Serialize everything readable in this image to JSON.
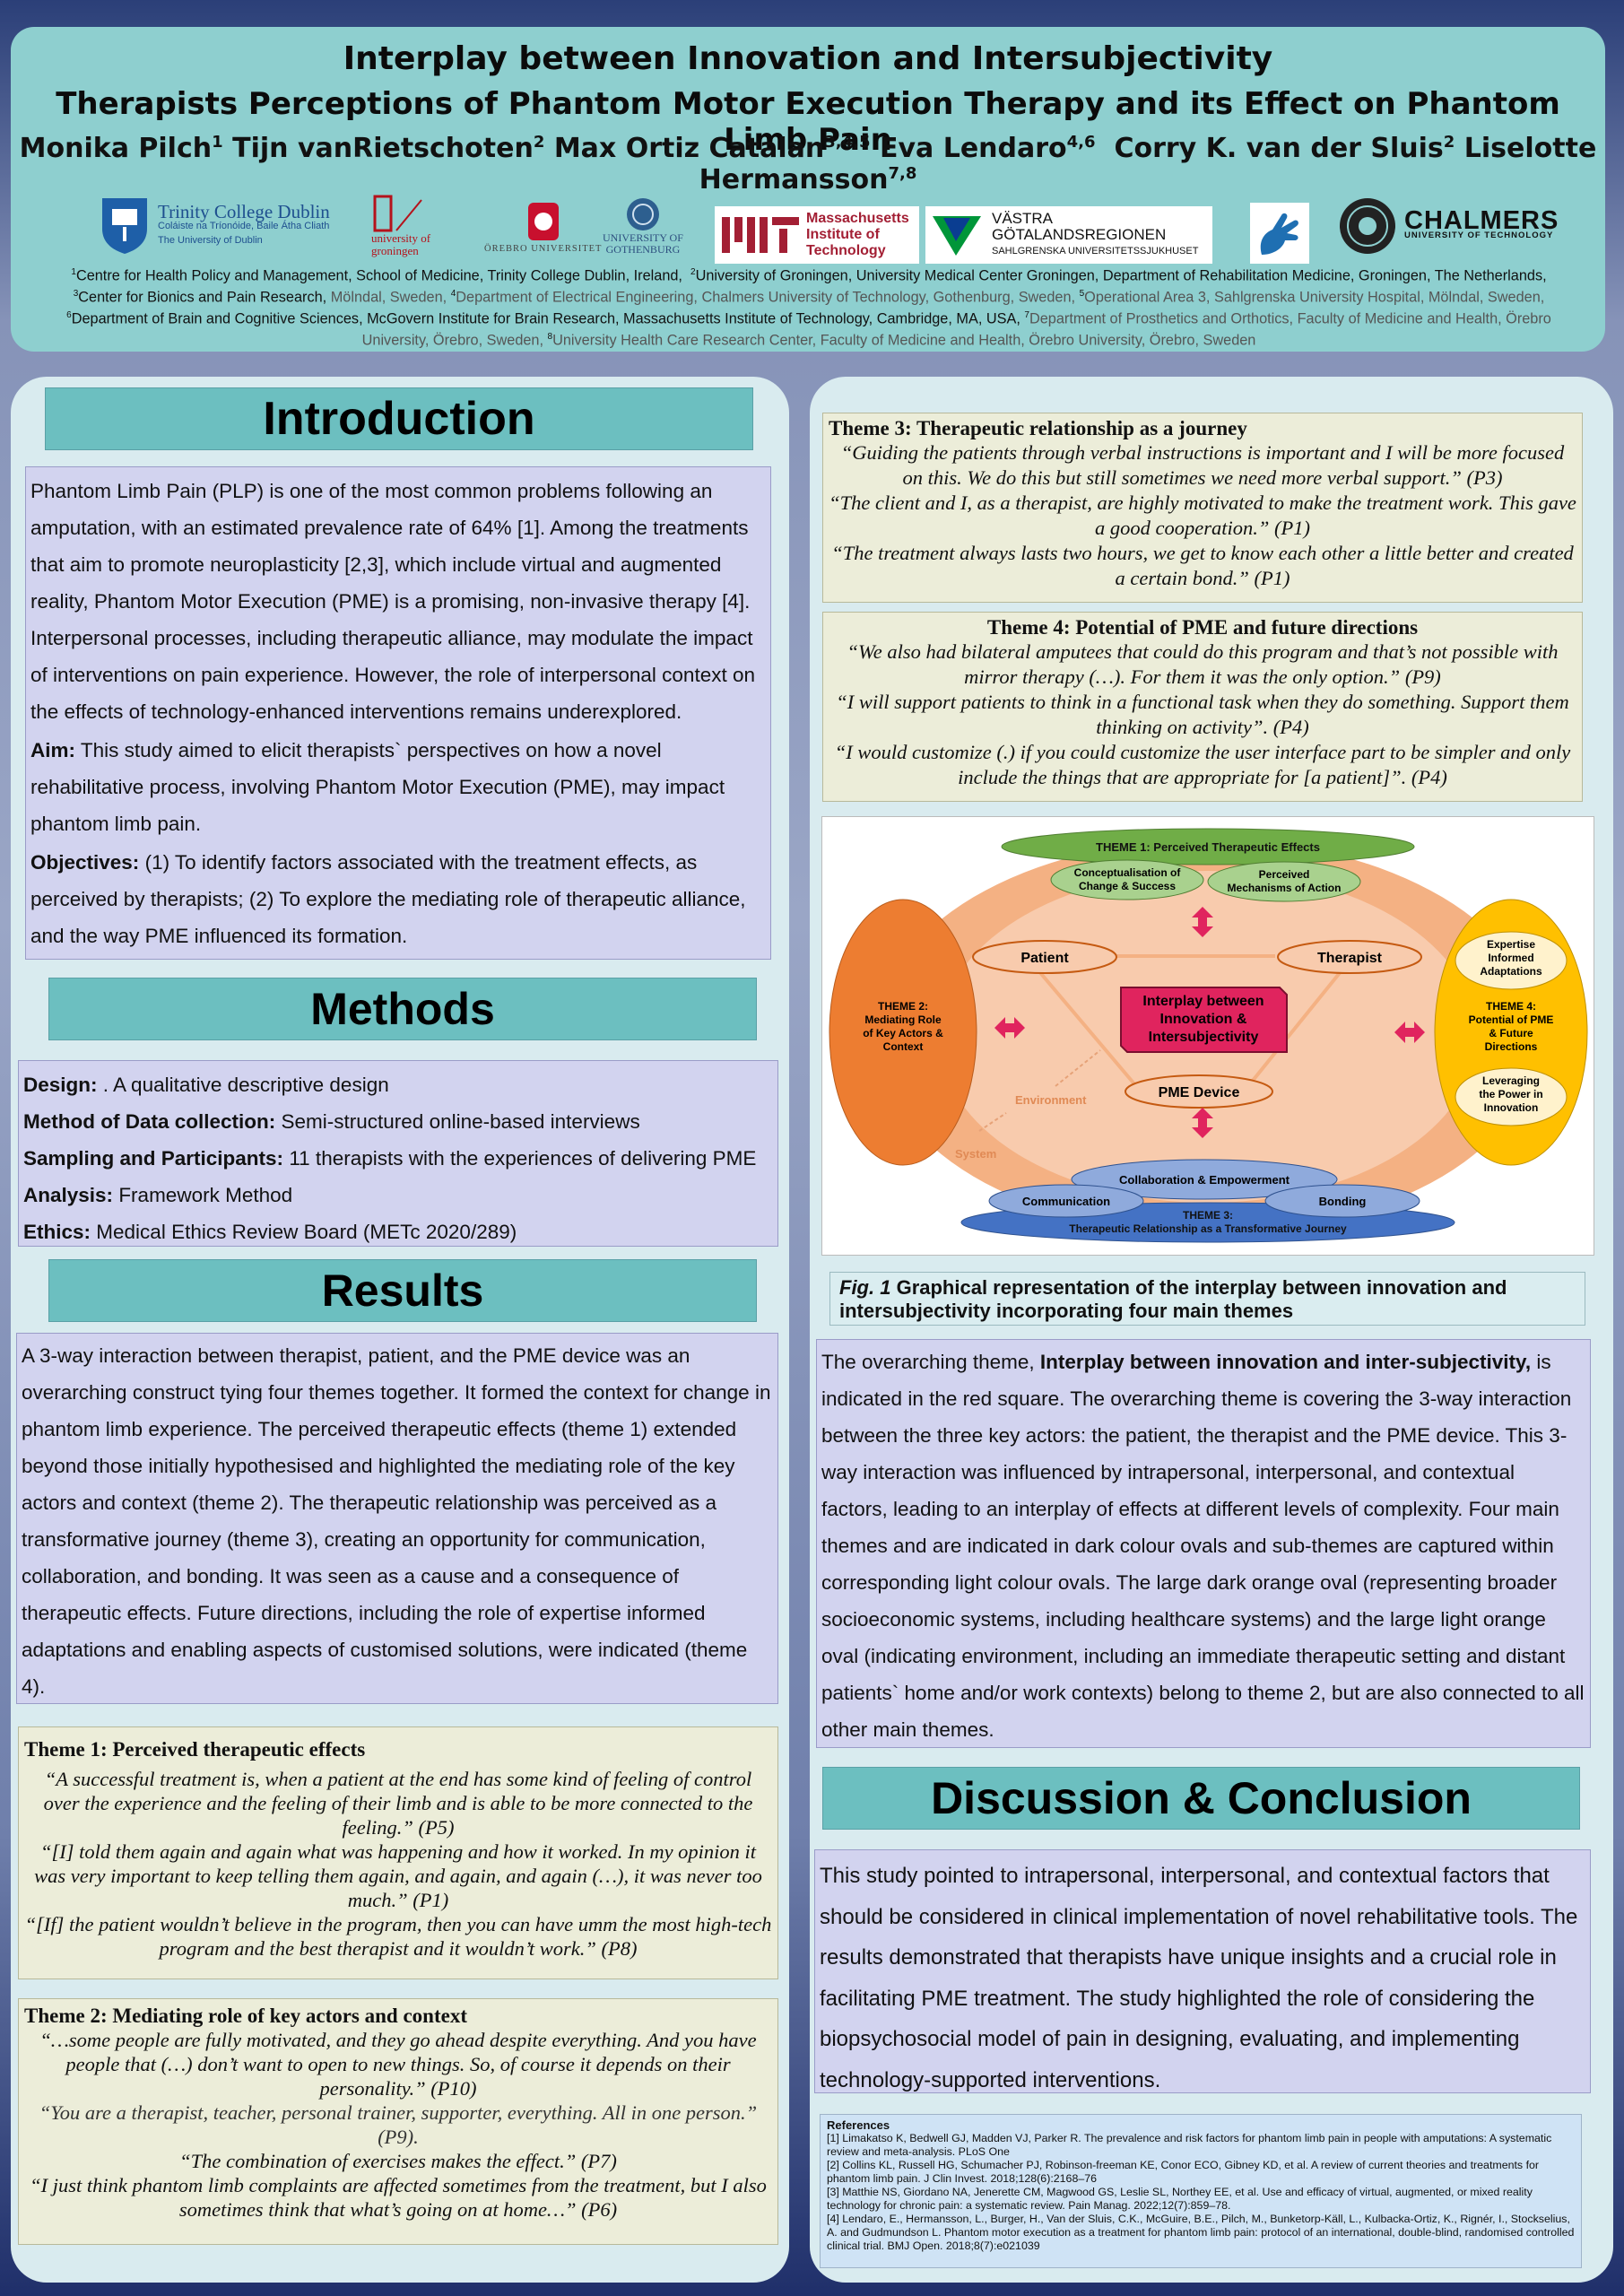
{
  "header": {
    "title_line1": "Interplay between Innovation and Intersubjectivity",
    "title_line2": "Therapists Perceptions of Phantom Motor Execution Therapy and its Effect on Phantom Limb Pain",
    "authors": [
      {
        "name": "Monika Pilch",
        "sup": "1"
      },
      {
        "name": "Tijn vanRietschoten",
        "sup": "2"
      },
      {
        "name": "Max Ortiz Catalan",
        "sup": "3,4,5"
      },
      {
        "name": "Eva Lendaro",
        "sup": "4,6"
      },
      {
        "name": "Corry K. van der Sluis",
        "sup": "2"
      },
      {
        "name": "Liselotte Hermansson",
        "sup": "7,8"
      }
    ],
    "logos": {
      "tcd": {
        "name": "Trinity College Dublin",
        "sub1": "Coláiste na Tríonóide, Baile Átha Cliath",
        "sub2": "The University of Dublin"
      },
      "groningen": {
        "line1": "university of",
        "line2": "groningen"
      },
      "orebro": {
        "text": "ÖREBRO UNIVERSITET"
      },
      "gothenburg": {
        "line1": "UNIVERSITY OF",
        "line2": "GOTHENBURG"
      },
      "mit": {
        "line1": "Massachusetts",
        "line2": "Institute of",
        "line3": "Technology"
      },
      "vgr": {
        "line1": "VÄSTRA",
        "line2": "GÖTALANDSREGIONEN",
        "line3": "SAHLGRENSKA UNIVERSITETSSJUKHUSET"
      },
      "chalmers": {
        "name": "CHALMERS",
        "sub": "UNIVERSITY OF TECHNOLOGY"
      }
    },
    "affiliations": {
      "a1": "Centre for Health Policy and Management, School of Medicine, Trinity College Dublin, Ireland,",
      "a2": "University of Groningen, University Medical Center Groningen, Department of Rehabilitation Medicine, Groningen, The Netherlands,",
      "a3": "Center for Bionics and Pain Research,",
      "a3b": "Mölndal, Sweden,",
      "a4": "Department of Electrical Engineering, Chalmers University of Technology, Gothenburg, Sweden,",
      "a5": "Operational Area 3, Sahlgrenska University Hospital, Mölndal, Sweden,",
      "a6": "Department of Brain and Cognitive Sciences, McGovern Institute for Brain Research, Massachusetts Institute of Technology, Cambridge, MA, USA,",
      "a7": "Department of Prosthetics and Orthotics, Faculty of Medicine and Health, Örebro University, Örebro, Sweden,",
      "a8": "University Health Care Research Center, Faculty of Medicine and Health, Örebro University, Örebro, Sweden"
    }
  },
  "introduction": {
    "heading": "Introduction",
    "paragraph": "Phantom Limb Pain (PLP) is one of the most common problems following an amputation, with an estimated prevalence rate of 64% [1]. Among the treatments that aim to promote neuroplasticity [2,3], which include virtual and augmented reality, Phantom Motor Execution (PME) is a promising, non-invasive therapy [4]. Interpersonal processes, including therapeutic alliance, may modulate the impact of interventions on pain experience. However, the role of interpersonal context on the effects of technology-enhanced interventions remains underexplored.",
    "aim_label": "Aim:",
    "aim_text": "This study aimed to elicit therapists` perspectives on how a novel rehabilitative process, involving Phantom Motor Execution (PME), may impact phantom limb pain.",
    "objectives_label": "Objectives:",
    "objectives_text": "(1) To identify factors associated with the treatment effects, as perceived by therapists; (2) To explore the mediating role of therapeutic alliance, and the way PME influenced its formation."
  },
  "methods": {
    "heading": "Methods",
    "items": [
      {
        "label": "Design:",
        "value": ". A qualitative descriptive design"
      },
      {
        "label": "Method of Data collection:",
        "value": "Semi-structured online-based interviews"
      },
      {
        "label": "Sampling and Participants:",
        "value": "11 therapists with the experiences of delivering PME"
      },
      {
        "label": "Analysis:",
        "value": "Framework Method"
      },
      {
        "label": "Ethics:",
        "value": "Medical Ethics Review Board (METc 2020/289)"
      }
    ]
  },
  "results": {
    "heading": "Results",
    "paragraph": "A 3-way interaction between therapist, patient, and the PME device was an overarching construct tying four themes together. It formed the context for change in phantom limb experience. The perceived therapeutic effects (theme 1) extended beyond those initially hypothesised and highlighted the mediating role of the key actors and context (theme 2). The therapeutic relationship was perceived as a transformative journey (theme 3), creating an opportunity for communication, collaboration, and bonding. It was seen as a cause and a consequence of therapeutic effects. Future directions, including the role of expertise informed adaptations and enabling aspects of customised solutions, were indicated (theme 4)."
  },
  "theme1": {
    "title": "Theme 1: Perceived therapeutic effects",
    "quotes": [
      "“A successful treatment is, when a patient at the end has some kind of feeling of control over the experience and the feeling of their limb and is able to be more connected to the feeling.” (P5)",
      "“[I] told them again and again what was happening and how it worked. In my opinion it was very important to keep telling them again, and again, and again (…), it was never too much.” (P1)",
      "“[If] the patient wouldn’t believe in the program, then you can have umm the most high-tech program and the best therapist and it wouldn’t work.” (P8)"
    ]
  },
  "theme2": {
    "title": "Theme 2: Mediating role of key actors and context",
    "quotes": [
      "“…some people are fully motivated, and they go ahead despite everything. And you have people that (…) don’t want to open to new things. So, of course it depends on their personality.” (P10)",
      "“You are a therapist, teacher, personal trainer, supporter, everything. All in one person.” (P9).",
      "“The combination of exercises makes the effect.” (P7)",
      "“I just think phantom limb complaints are affected sometimes from the treatment, but I also sometimes think that what’s going on at home…” (P6)"
    ]
  },
  "theme3": {
    "title": "Theme 3: Therapeutic relationship as a journey",
    "quotes": [
      "“Guiding the patients through verbal instructions is important and I will be more focused on this. We do this but still sometimes we need more verbal support.” (P3)",
      "“The client and I, as a therapist, are highly motivated to make the treatment work. This gave a good cooperation.” (P1)",
      "“The treatment always lasts two hours, we get to know each other a little better and created a certain bond.” (P1)"
    ]
  },
  "theme4": {
    "title": "Theme 4: Potential of PME and future directions",
    "quotes": [
      "“We also had bilateral amputees that could do this program and that’s not possible with mirror therapy (…). For them it was the only option.” (P9)",
      "“I will support patients to think in a functional task when they do something. Support them thinking on activity”. (P4)",
      "“I would customize (.) if you could customize the user interface part to be simpler and only include the things that are appropriate for [a patient]”. (P4)"
    ]
  },
  "figure": {
    "theme1": "THEME 1: Perceived Therapeutic Effects",
    "sub_conceptualisation": [
      "Conceptualisation of",
      "Change & Success"
    ],
    "sub_mechanisms": [
      "Perceived",
      "Mechanisms of Action"
    ],
    "patient": "Patient",
    "therapist": "Therapist",
    "center": [
      "Interplay between",
      "Innovation &",
      "Intersubjectivity"
    ],
    "device": "PME Device",
    "environment": "Environment",
    "system": "System",
    "theme2": [
      "THEME 2:",
      "Mediating Role",
      "of Key Actors &",
      "Context"
    ],
    "theme4": [
      "THEME 4:",
      "Potential of PME",
      "& Future",
      "Directions"
    ],
    "sub_expertise": [
      "Expertise",
      "Informed",
      "Adaptations"
    ],
    "sub_leveraging": [
      "Leveraging",
      "the Power in",
      "Innovation"
    ],
    "sub_collaboration": "Collaboration & Empowerment",
    "sub_communication": "Communication",
    "sub_bonding": "Bonding",
    "theme3": [
      "THEME 3:",
      "Therapeutic Relationship as a Transformative Journey"
    ],
    "colors": {
      "theme1": "#6aa83c",
      "theme2": "#ed7d31",
      "theme3": "#3e64b8",
      "theme4": "#ffc000",
      "center": "#e0245e"
    }
  },
  "caption": {
    "label": "Fig. 1",
    "text": "Graphical representation of the interplay between innovation and intersubjectivity incorporating four main themes"
  },
  "overarching": {
    "pre": "The overarching theme,",
    "bold": "Interplay between innovation and inter-subjectivity,",
    "post": "is indicated in the red square. The overarching theme is covering the 3-way interaction between the three key actors: the patient, the therapist and the PME device.  This 3-way interaction was influenced by intrapersonal, interpersonal, and contextual factors, leading to an interplay of effects at different levels of complexity. Four main themes and are indicated in dark colour ovals and sub-themes are captured within corresponding light colour ovals. The large dark orange oval (representing broader socioeconomic systems, including healthcare systems) and the large light orange oval (indicating environment, including an immediate therapeutic setting and distant patients` home and/or work contexts) belong to theme 2, but are also connected to all other main themes."
  },
  "discussion": {
    "heading": "Discussion & Conclusion",
    "paragraph": "This study pointed to intrapersonal, interpersonal, and contextual factors that should be considered in clinical implementation of novel rehabilitative tools. The results demonstrated that therapists have unique insights and a crucial role in facilitating PME treatment. The study highlighted the role of considering the biopsychosocial model of pain in designing, evaluating, and implementing technology-supported interventions."
  },
  "references": {
    "heading": "References",
    "items": [
      "[1] Limakatso K, Bedwell GJ, Madden VJ, Parker R. The prevalence and risk factors for phantom limb pain in people with amputations: A systematic review and meta-analysis. PLoS One",
      "[2] Collins KL, Russell HG, Schumacher PJ, Robinson-freeman KE, Conor ECO, Gibney KD, et al. A review of current theories and treatments for phantom limb pain. J Clin Invest. 2018;128(6):2168–76",
      "[3] Matthie NS, Giordano NA, Jenerette CM, Magwood GS, Leslie SL, Northey EE, et al. Use and efficacy of virtual, augmented, or mixed reality technology for chronic pain: a systematic review. Pain Manag. 2022;12(7):859–78.",
      "[4] Lendaro, E., Hermansson, L., Burger, H., Van der Sluis, C.K., McGuire, B.E., Pilch, M., Bunketorp-Käll, L., Kulbacka-Ortiz, K., Rignér, I., Stockselius, A. and Gudmundson L. Phantom motor execution as a treatment for phantom limb pain: protocol of an international, double-blind, randomised controlled clinical trial. BMJ Open. 2018;8(7):e021039"
    ]
  }
}
